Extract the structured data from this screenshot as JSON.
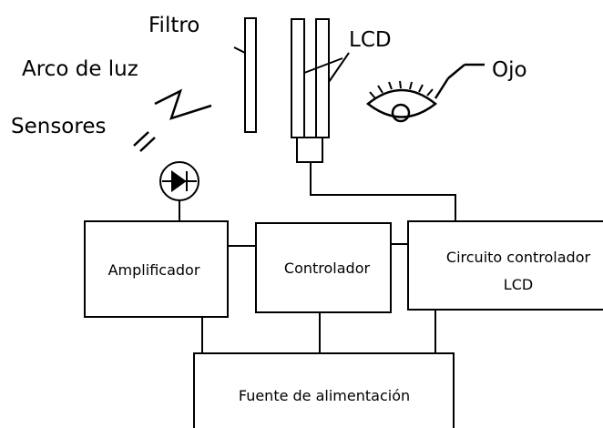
{
  "labels": {
    "filtro": "Filtro",
    "lcd": "LCD",
    "ojo": "Ojo",
    "arco_de_luz": "Arco de luz",
    "sensores": "Sensores"
  },
  "blocks": {
    "amplificador": "Amplificador",
    "controlador": "Controlador",
    "circuito_line1": "Circuito controlador",
    "circuito_line2": "LCD",
    "fuente": "Fuente de alimentación"
  },
  "colors": {
    "stroke": "#000000",
    "background": "#ffffff"
  },
  "icons": [
    "lightning-arc-icon",
    "photodiode-icon",
    "eye-icon"
  ]
}
